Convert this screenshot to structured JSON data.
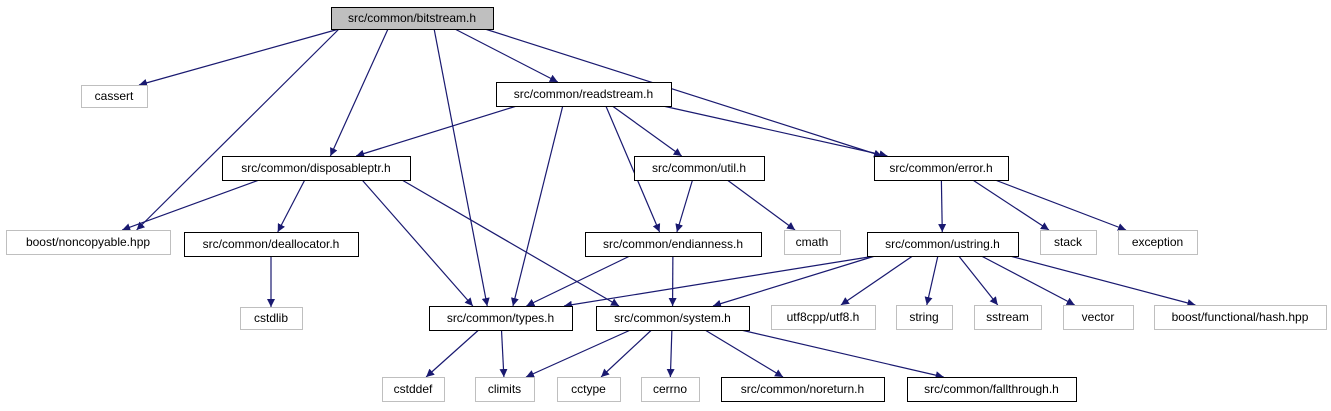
{
  "graph": {
    "root": "src/common/bitstream.h",
    "colors": {
      "edge": "#191970",
      "local_border": "#000000",
      "external_border": "#bfbfbf",
      "root_fill": "#bfbfbf"
    },
    "nodes": [
      {
        "id": "bitstream",
        "label": "src/common/bitstream.h",
        "kind": "root"
      },
      {
        "id": "cassert",
        "label": "cassert",
        "kind": "external"
      },
      {
        "id": "readstream",
        "label": "src/common/readstream.h",
        "kind": "local"
      },
      {
        "id": "disposableptr",
        "label": "src/common/disposableptr.h",
        "kind": "local"
      },
      {
        "id": "util",
        "label": "src/common/util.h",
        "kind": "local"
      },
      {
        "id": "error",
        "label": "src/common/error.h",
        "kind": "local"
      },
      {
        "id": "noncopyable",
        "label": "boost/noncopyable.hpp",
        "kind": "external"
      },
      {
        "id": "deallocator",
        "label": "src/common/deallocator.h",
        "kind": "local"
      },
      {
        "id": "endianness",
        "label": "src/common/endianness.h",
        "kind": "local"
      },
      {
        "id": "cmath",
        "label": "cmath",
        "kind": "external"
      },
      {
        "id": "ustring",
        "label": "src/common/ustring.h",
        "kind": "local"
      },
      {
        "id": "stack",
        "label": "stack",
        "kind": "external"
      },
      {
        "id": "exception",
        "label": "exception",
        "kind": "external"
      },
      {
        "id": "cstdlib",
        "label": "cstdlib",
        "kind": "external"
      },
      {
        "id": "types",
        "label": "src/common/types.h",
        "kind": "local"
      },
      {
        "id": "system",
        "label": "src/common/system.h",
        "kind": "local"
      },
      {
        "id": "utf8",
        "label": "utf8cpp/utf8.h",
        "kind": "external"
      },
      {
        "id": "string",
        "label": "string",
        "kind": "external"
      },
      {
        "id": "sstream",
        "label": "sstream",
        "kind": "external"
      },
      {
        "id": "vector",
        "label": "vector",
        "kind": "external"
      },
      {
        "id": "hash",
        "label": "boost/functional/hash.hpp",
        "kind": "external"
      },
      {
        "id": "cstddef",
        "label": "cstddef",
        "kind": "external"
      },
      {
        "id": "climits",
        "label": "climits",
        "kind": "external"
      },
      {
        "id": "cctype",
        "label": "cctype",
        "kind": "external"
      },
      {
        "id": "cerrno",
        "label": "cerrno",
        "kind": "external"
      },
      {
        "id": "noreturn",
        "label": "src/common/noreturn.h",
        "kind": "local"
      },
      {
        "id": "fallthrough",
        "label": "src/common/fallthrough.h",
        "kind": "local"
      }
    ],
    "edges": [
      {
        "from": "bitstream",
        "to": "cassert"
      },
      {
        "from": "bitstream",
        "to": "readstream"
      },
      {
        "from": "bitstream",
        "to": "disposableptr"
      },
      {
        "from": "bitstream",
        "to": "error"
      },
      {
        "from": "bitstream",
        "to": "noncopyable"
      },
      {
        "from": "bitstream",
        "to": "types"
      },
      {
        "from": "readstream",
        "to": "disposableptr"
      },
      {
        "from": "readstream",
        "to": "util"
      },
      {
        "from": "readstream",
        "to": "error"
      },
      {
        "from": "readstream",
        "to": "endianness"
      },
      {
        "from": "readstream",
        "to": "types"
      },
      {
        "from": "disposableptr",
        "to": "noncopyable"
      },
      {
        "from": "disposableptr",
        "to": "deallocator"
      },
      {
        "from": "disposableptr",
        "to": "types"
      },
      {
        "from": "disposableptr",
        "to": "system"
      },
      {
        "from": "util",
        "to": "endianness"
      },
      {
        "from": "util",
        "to": "cmath"
      },
      {
        "from": "error",
        "to": "ustring"
      },
      {
        "from": "error",
        "to": "stack"
      },
      {
        "from": "error",
        "to": "exception"
      },
      {
        "from": "deallocator",
        "to": "cstdlib"
      },
      {
        "from": "endianness",
        "to": "types"
      },
      {
        "from": "endianness",
        "to": "system"
      },
      {
        "from": "ustring",
        "to": "types"
      },
      {
        "from": "ustring",
        "to": "system"
      },
      {
        "from": "ustring",
        "to": "utf8"
      },
      {
        "from": "ustring",
        "to": "string"
      },
      {
        "from": "ustring",
        "to": "sstream"
      },
      {
        "from": "ustring",
        "to": "vector"
      },
      {
        "from": "ustring",
        "to": "hash"
      },
      {
        "from": "types",
        "to": "cstddef"
      },
      {
        "from": "types",
        "to": "climits"
      },
      {
        "from": "system",
        "to": "climits"
      },
      {
        "from": "system",
        "to": "cctype"
      },
      {
        "from": "system",
        "to": "cerrno"
      },
      {
        "from": "system",
        "to": "noreturn"
      },
      {
        "from": "system",
        "to": "fallthrough"
      }
    ]
  }
}
